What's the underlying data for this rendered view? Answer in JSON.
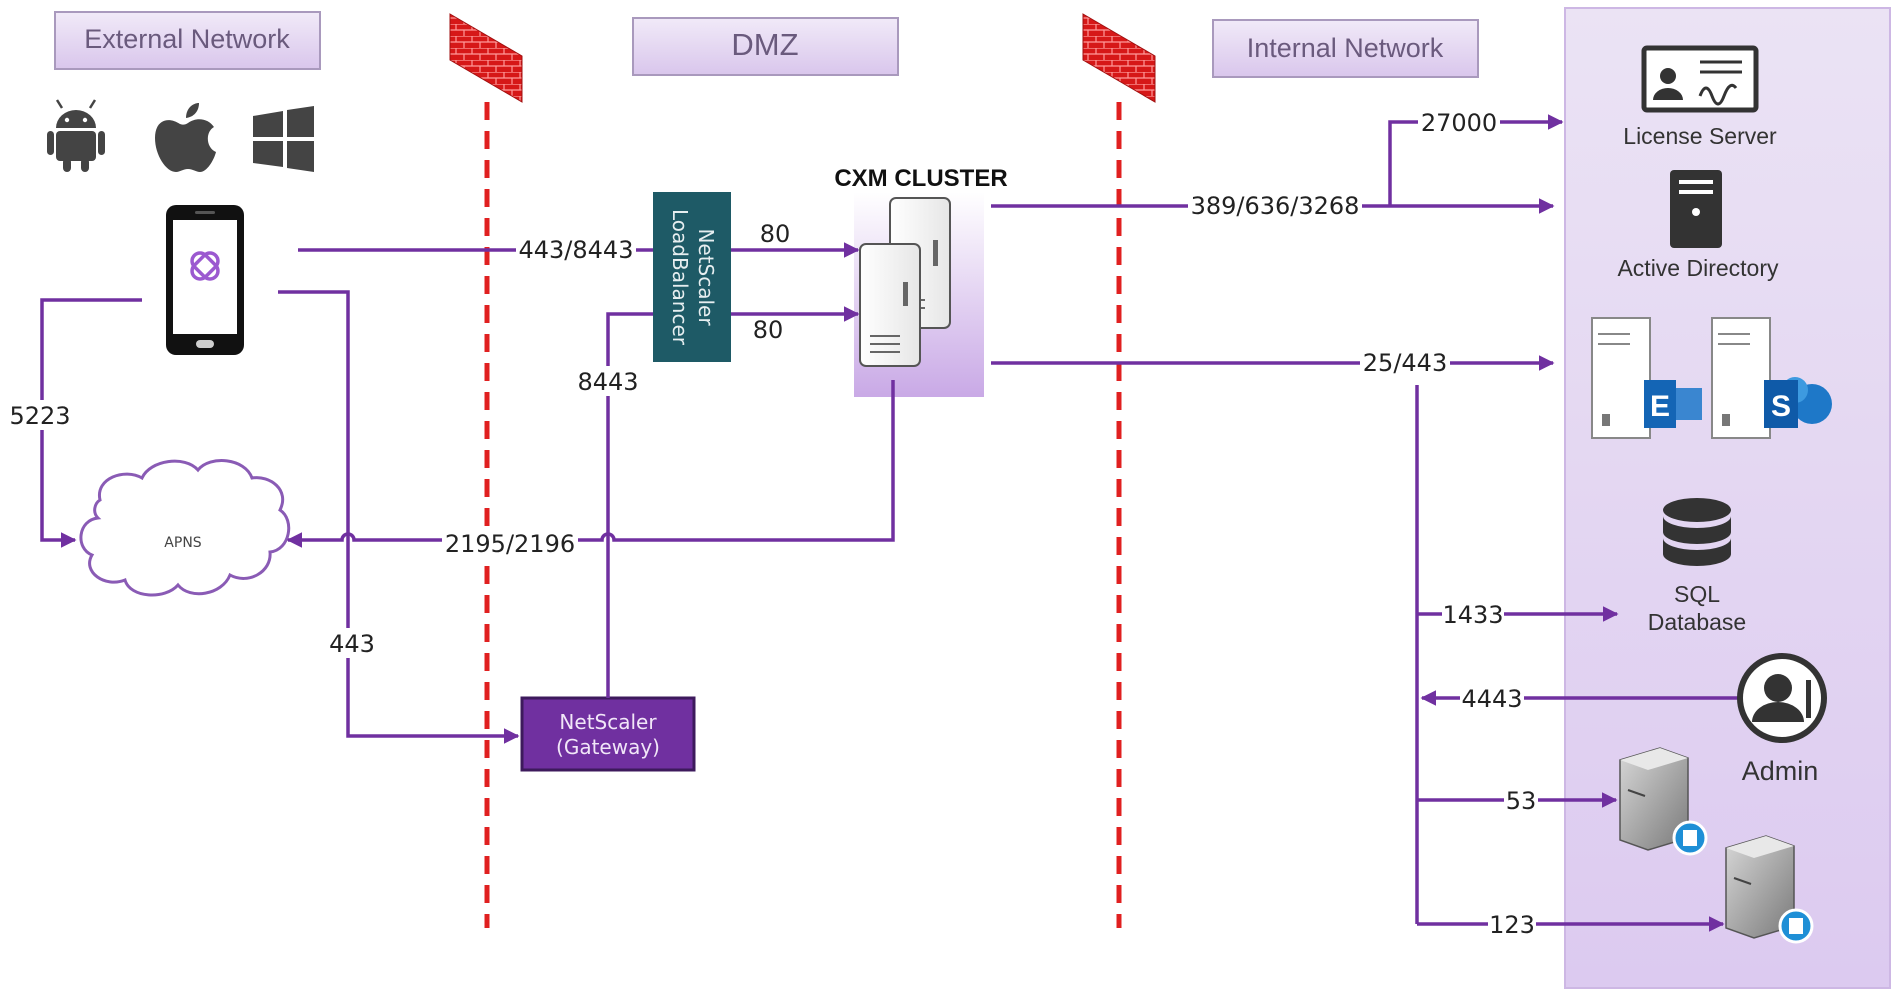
{
  "zones": {
    "external": "External Network",
    "dmz": "DMZ",
    "internal": "Internal Network"
  },
  "icons": {
    "android": "android-icon",
    "apple": "apple-icon",
    "windows": "windows-icon",
    "phone": "mobile-phone-icon",
    "firewall": "firewall-brick-icon",
    "cloud": "cloud-icon"
  },
  "colors": {
    "flow": "#7030a0",
    "firewall": "#e02020",
    "zone_box": "#e3d6f0",
    "load_balancer": "#1e5a66",
    "gateway": "#7030a0",
    "internal_panel": "#e7dcf3"
  },
  "nodes": {
    "apns": "APNS",
    "load_balancer_line1": "NetScaler",
    "load_balancer_line2": "LoadBalancer",
    "gateway_line1": "NetScaler",
    "gateway_line2": "(Gateway)",
    "cluster_title": "CXM CLUSTER",
    "license_server": "License Server",
    "active_directory": "Active Directory",
    "sql_line1": "SQL",
    "sql_line2": "Database",
    "admin": "Admin"
  },
  "ports": {
    "phone_to_lb": "443/8443",
    "lb_to_cluster_top": "80",
    "lb_to_cluster_bottom": "80",
    "gateway_to_lb": "8443",
    "phone_to_apns": "5223",
    "cluster_to_apns": "2195/2196",
    "phone_to_gateway": "443",
    "license": "27000",
    "directory": "389/636/3268",
    "mail_sharepoint": "25/443",
    "sql": "1433",
    "admin": "4443",
    "dns": "53",
    "ntp": "123"
  }
}
